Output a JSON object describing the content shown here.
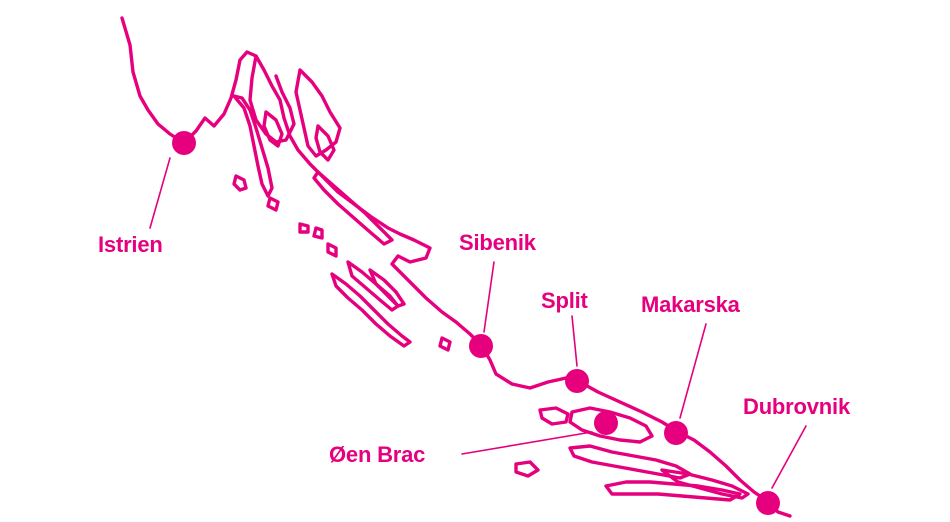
{
  "map": {
    "accent_color": "#e6007e",
    "background_color": "#ffffff"
  },
  "markers": [
    {
      "id": "istrien",
      "label": "Istrien"
    },
    {
      "id": "sibenik",
      "label": "Sibenik"
    },
    {
      "id": "split",
      "label": "Split"
    },
    {
      "id": "makarska",
      "label": "Makarska"
    },
    {
      "id": "dubrovnik",
      "label": "Dubrovnik"
    },
    {
      "id": "brac",
      "label": "Øen Brac"
    }
  ]
}
